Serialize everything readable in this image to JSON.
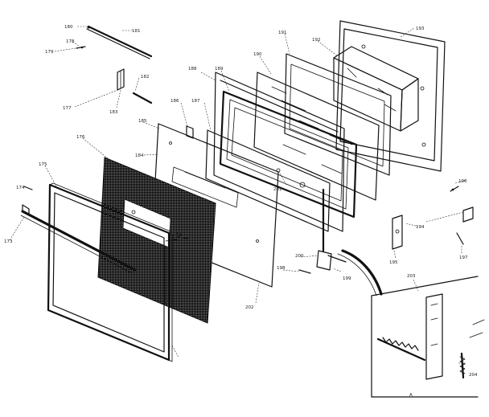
{
  "parts": {
    "p180": "180",
    "p181": "181",
    "p178": "178",
    "p179": "179",
    "p182": "182",
    "p183": "183",
    "p177": "177",
    "p193": "193",
    "p192": "192",
    "p191": "191",
    "p190": "190",
    "p189": "189",
    "p188": "188",
    "p187": "187",
    "p186": "186",
    "p185": "185",
    "p184": "184",
    "p176": "176",
    "p175": "175",
    "p174": "174",
    "p173": "173",
    "p201": "201",
    "p202": "202",
    "p200": "200",
    "p199": "199",
    "p198": "198",
    "p196": "196",
    "p194": "194",
    "p195": "195",
    "p197": "197",
    "p203": "203",
    "p204": "204",
    "pA": "A"
  }
}
